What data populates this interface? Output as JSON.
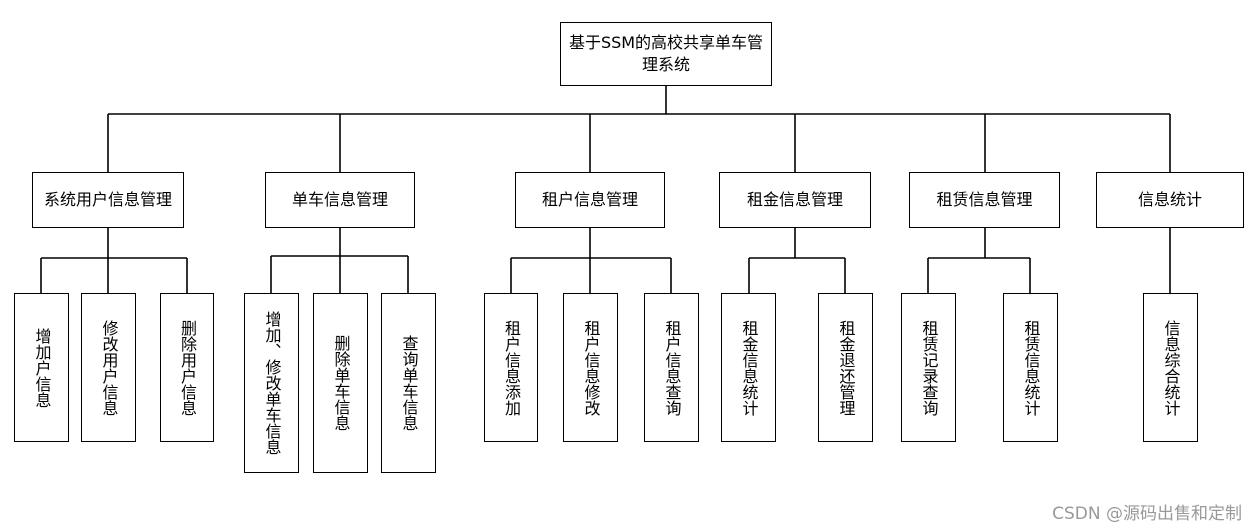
{
  "root": {
    "label": "基于SSM的高校共享单车管理系统"
  },
  "modules": [
    {
      "label": "系统用户信息管理",
      "children": [
        "增加户信息",
        "修改用户信息",
        "删除用户信息"
      ]
    },
    {
      "label": "单车信息管理",
      "children": [
        "增加、修改单车信息",
        "删除单车信息",
        "查询单车信息"
      ]
    },
    {
      "label": "租户信息管理",
      "children": [
        "租户信息添加",
        "租户信息修改",
        "租户信息查询"
      ]
    },
    {
      "label": "租金信息管理",
      "children": [
        "租金信息统计",
        "租金退还管理"
      ]
    },
    {
      "label": "租赁信息管理",
      "children": [
        "租赁记录查询",
        "租赁信息统计"
      ]
    },
    {
      "label": "信息统计",
      "children": [
        "信息综合统计"
      ]
    }
  ],
  "watermark": "CSDN @源码出售和定制"
}
